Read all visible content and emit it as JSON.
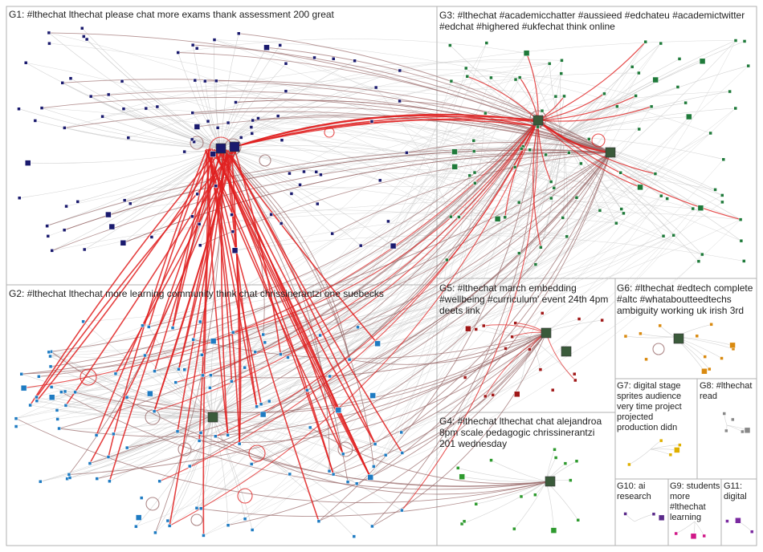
{
  "graph": {
    "background": "#ffffff",
    "edge_colors": {
      "light": "#c8c8c8",
      "medium": "#9a6b6b",
      "strong": "#e02020"
    },
    "groups": [
      {
        "id": "G1",
        "label": "G1: #lthechat lthechat please chat more exams thank assessment 200 great",
        "node_color": "#1a1a6e"
      },
      {
        "id": "G2",
        "label": "G2: #lthechat lthechat more learning community think chat chrissinerantzi one suebecks",
        "node_color": "#1e7bc2"
      },
      {
        "id": "G3",
        "label": "G3: #lthechat #academicchatter #aussieed #edchateu #academictwitter #edchat #highered #ukfechat think online",
        "node_color": "#1f7a3a"
      },
      {
        "id": "G4",
        "label": "G4: #lthechat lthechat chat alejandroa 8pm scale pedagogic chrissinerantzi 201 wednesday",
        "node_color": "#2e9a2e"
      },
      {
        "id": "G5",
        "label": "G5: #lthechat march embedding #wellbeing #curriculum' event 24th 4pm deets link",
        "node_color": "#a01818"
      },
      {
        "id": "G6",
        "label": "G6: #lthechat #edtech complete #altc #whataboutteedtechs ambiguity working uk irish 3rd",
        "node_color": "#d98a10"
      },
      {
        "id": "G7",
        "label": "G7: digital stage sprites audience very time project projected production didn",
        "node_color": "#e0b000"
      },
      {
        "id": "G8",
        "label": "G8: #lthechat read",
        "node_color": "#888888"
      },
      {
        "id": "G9",
        "label": "G9: students more #lthechat learning",
        "node_color": "#d01888"
      },
      {
        "id": "G10",
        "label": "G10: ai research",
        "node_color": "#5a2a8a"
      },
      {
        "id": "G11",
        "label": "G11: digital",
        "node_color": "#7a2aa0"
      }
    ]
  }
}
